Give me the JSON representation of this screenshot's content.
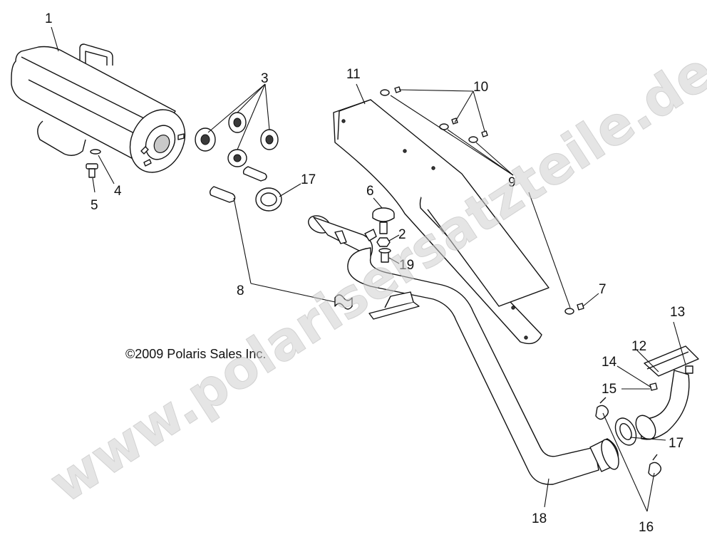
{
  "copyright": "©2009 Polaris Sales Inc.",
  "watermark": "www.polarisersatzteile.de",
  "callouts": {
    "c1": "1",
    "c2": "2",
    "c3": "3",
    "c4": "4",
    "c5": "5",
    "c6": "6",
    "c7": "7",
    "c8": "8",
    "c9": "9",
    "c10": "10",
    "c11": "11",
    "c12": "12",
    "c13": "13",
    "c14": "14",
    "c15": "15",
    "c16": "16",
    "c17a": "17",
    "c17b": "17",
    "c18": "18",
    "c19": "19"
  }
}
